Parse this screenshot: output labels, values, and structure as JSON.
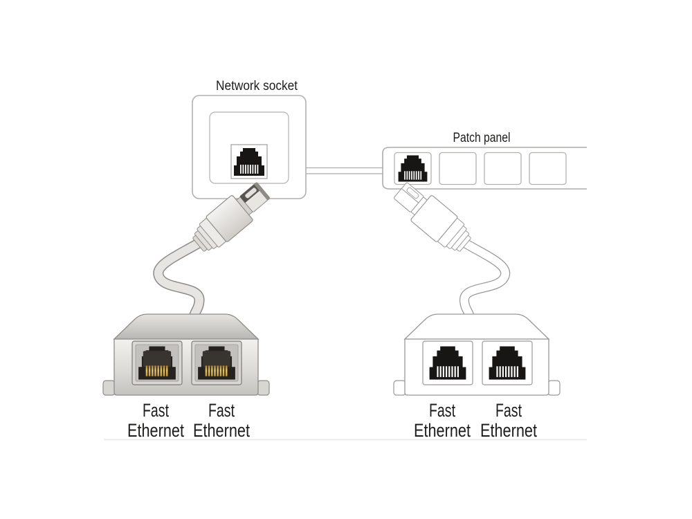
{
  "labels": {
    "network_socket": "Network socket",
    "patch_panel": "Patch panel"
  },
  "adapter_left": {
    "port1": {
      "line1": "Fast",
      "line2": "Ethernet"
    },
    "port2": {
      "line1": "Fast",
      "line2": "Ethernet"
    }
  },
  "adapter_right": {
    "port1": {
      "line1": "Fast",
      "line2": "Ethernet"
    },
    "port2": {
      "line1": "Fast",
      "line2": "Ethernet"
    }
  },
  "icons": {
    "rj45_jack": "rj45-jack-icon",
    "rj45_plug": "rj45-plug-icon"
  },
  "colors": {
    "outline_shaded": "#8e8c89",
    "outline_lineart": "#9a9896",
    "socket_border": "#b2b0ae",
    "jack_black": "#181614",
    "jack_dark_recess": "#26221f",
    "pin_gold": "#d7a63f",
    "cable_fill": "#e7e5e1",
    "body_light": "#f0efed",
    "body_dark": "#c9c7c3",
    "text": "#1d1c1a",
    "background": "#ffffff"
  }
}
